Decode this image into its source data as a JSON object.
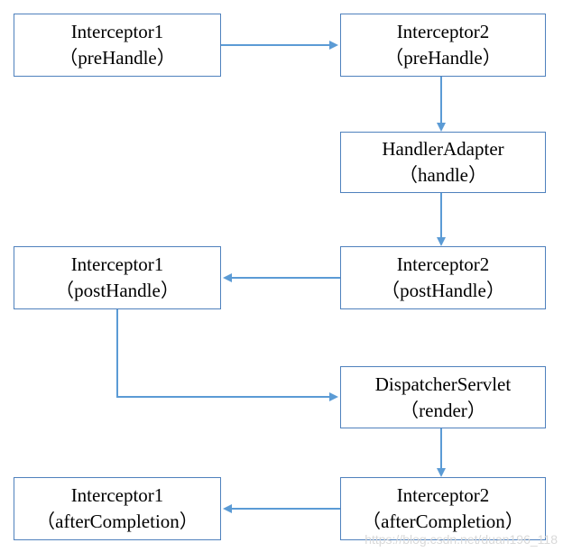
{
  "nodes": {
    "n1": {
      "title": "Interceptor1",
      "method": "（preHandle）"
    },
    "n2": {
      "title": "Interceptor2",
      "method": "（preHandle）"
    },
    "n3": {
      "title": "HandlerAdapter",
      "method": "（handle）"
    },
    "n4": {
      "title": "Interceptor2",
      "method": "（postHandle）"
    },
    "n5": {
      "title": "Interceptor1",
      "method": "（postHandle）"
    },
    "n6": {
      "title": "DispatcherServlet",
      "method": "（render）"
    },
    "n7": {
      "title": "Interceptor2",
      "method": "（afterCompletion）"
    },
    "n8": {
      "title": "Interceptor1",
      "method": "（afterCompletion）"
    }
  },
  "watermark": "https://blog.csdn.net/duan196_118",
  "colors": {
    "line": "#5b9bd5",
    "border": "#4f81bd"
  }
}
